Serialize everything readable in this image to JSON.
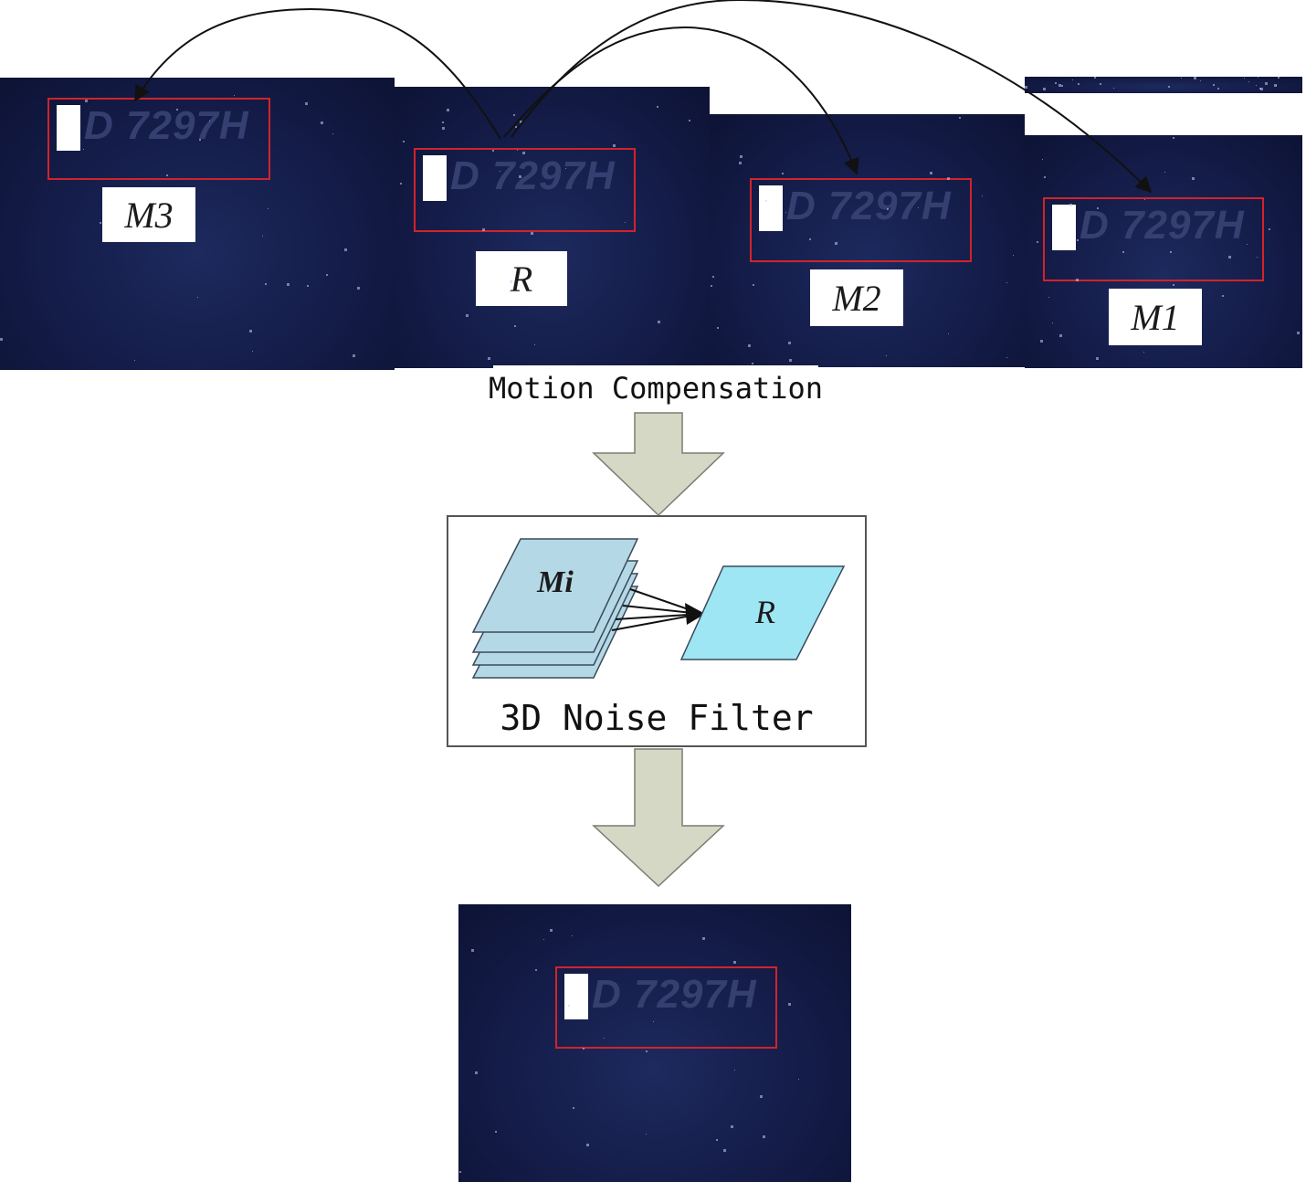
{
  "frames": [
    {
      "id": "m3",
      "tag": "M3",
      "plate_text": "D 7297H"
    },
    {
      "id": "r",
      "tag": "R",
      "plate_text": "D 7297H"
    },
    {
      "id": "m2",
      "tag": "M2",
      "plate_text": "D 7297H"
    },
    {
      "id": "m1",
      "tag": "M1",
      "plate_text": "D 7297H"
    }
  ],
  "stage_motion": "Motion Compensation",
  "filter": {
    "label": "3D Noise Filter",
    "stack_label": "Mi",
    "target_label": "R"
  },
  "output": {
    "plate_text": "D 7297H"
  },
  "colors": {
    "plate_border": "#d2232a",
    "frame_bg": "#141c48",
    "arrow_fill": "#d6d8c6",
    "stack_fill": "#b4d8e6",
    "target_fill": "#9fe6f4"
  }
}
